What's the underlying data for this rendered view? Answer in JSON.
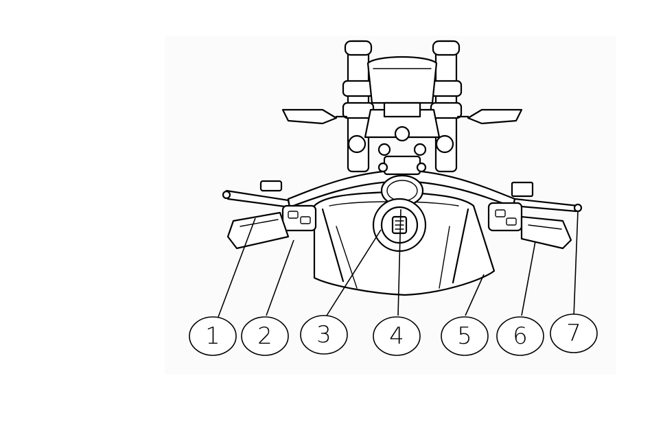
{
  "callouts": [
    {
      "label": "1"
    },
    {
      "label": "2"
    },
    {
      "label": "3"
    },
    {
      "label": "4"
    },
    {
      "label": "5"
    },
    {
      "label": "6"
    },
    {
      "label": "7"
    }
  ],
  "colors": {
    "ink": "#000000",
    "background": "#ffffff",
    "panel": "#fbfbfb"
  }
}
